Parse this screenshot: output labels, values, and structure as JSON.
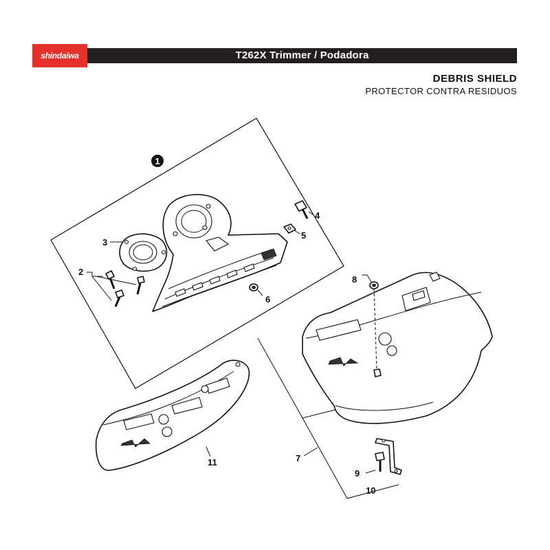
{
  "header": {
    "brand": "shindaiwa",
    "title": "T262X Trimmer / Podadora",
    "brand_color": "#e4322b",
    "bar_color": "#231f20"
  },
  "section": {
    "title": "DEBRIS SHIELD",
    "subtitle": "PROTECTOR CONTRA RESIDUOS"
  },
  "callouts": {
    "c1": "1",
    "c2": "2",
    "c3": "3",
    "c4": "4",
    "c5": "5",
    "c6": "6",
    "c7": "7",
    "c8": "8",
    "c9": "9",
    "c10": "10",
    "c11": "11"
  }
}
